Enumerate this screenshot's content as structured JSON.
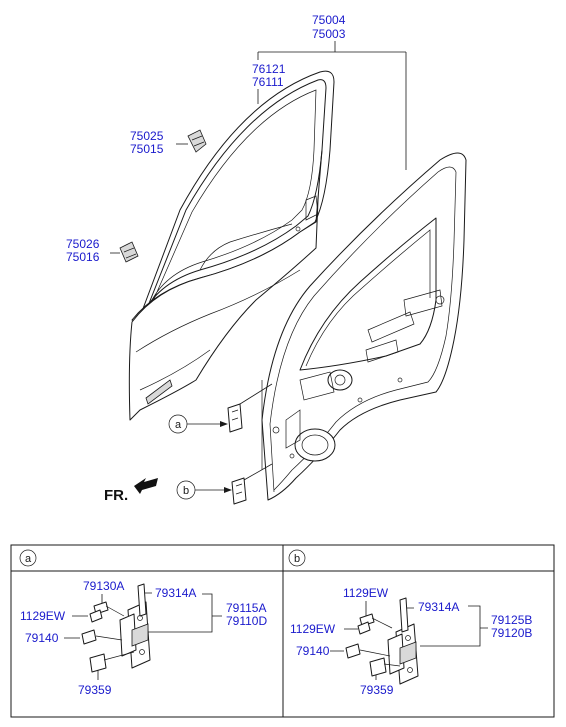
{
  "labels": {
    "door_assy_top": "75004",
    "door_assy_bottom": "75003",
    "weatherstrip_top": "76121",
    "weatherstrip_bottom": "76111",
    "upper_clip_top": "75025",
    "upper_clip_bottom": "75015",
    "lower_clip_top": "75026",
    "lower_clip_bottom": "75016",
    "callout_a": "a",
    "callout_b": "b",
    "front_marker": "FR."
  },
  "detail_a": {
    "header": "a",
    "parts": {
      "bolt_top": "79130A",
      "pin": "79314A",
      "screw": "1129EW",
      "bolt_mid": "79140",
      "bolt_bottom": "79359",
      "hinge_top": "79115A",
      "hinge_bottom": "79110D"
    }
  },
  "detail_b": {
    "header": "b",
    "parts": {
      "screw_top": "1129EW",
      "pin": "79314A",
      "screw_mid": "1129EW",
      "bolt_mid": "79140",
      "bolt_bottom": "79359",
      "hinge_top": "79125B",
      "hinge_bottom": "79120B"
    }
  },
  "colors": {
    "part_number": "#1a1acc",
    "line": "#1a1a1a",
    "background": "#ffffff"
  }
}
